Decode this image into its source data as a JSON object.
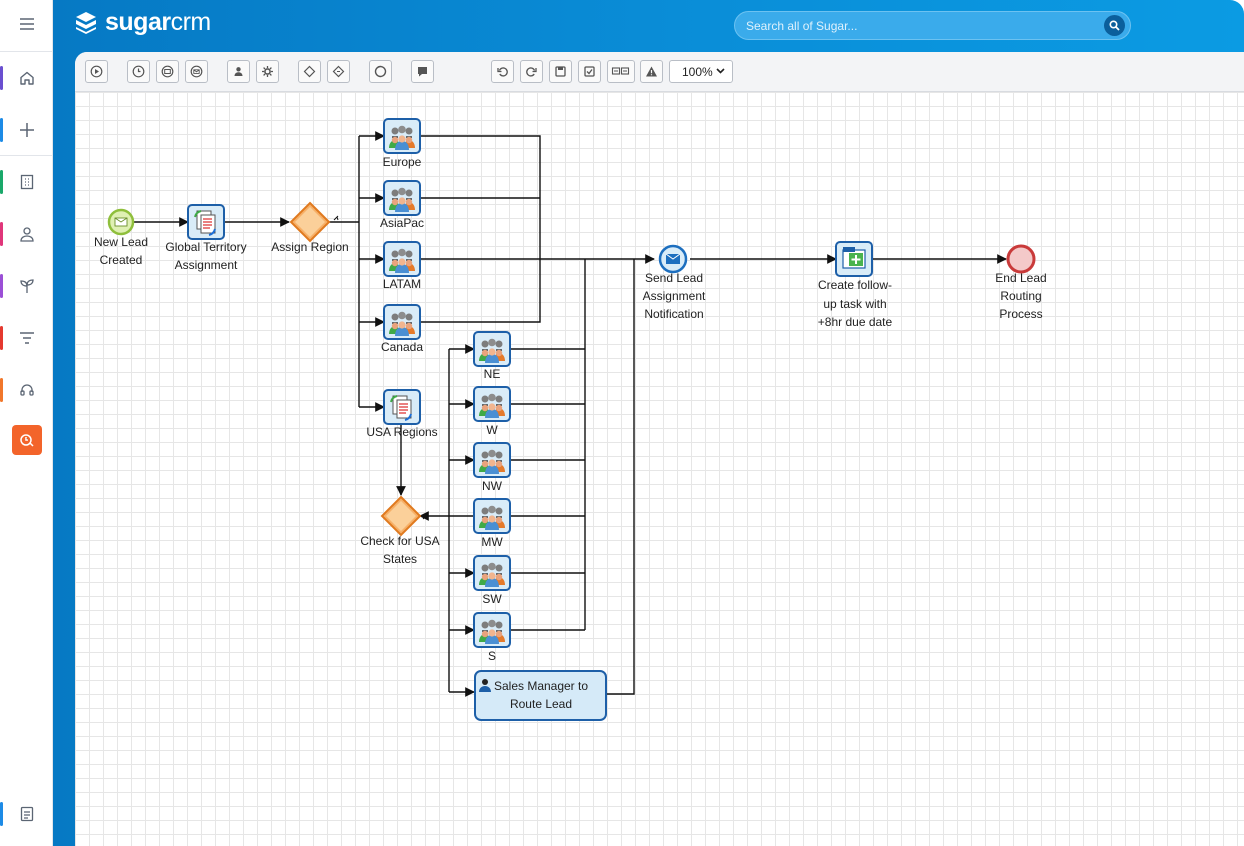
{
  "app": {
    "brand_strong": "sugar",
    "brand_light": "crm"
  },
  "search": {
    "placeholder": "Search all of Sugar..."
  },
  "toolbar": {
    "zoom": "100%"
  },
  "sidebar": {
    "items": [
      {
        "icon": "menu-icon",
        "color": ""
      },
      {
        "icon": "home-icon",
        "color": "#6a4fd0"
      },
      {
        "icon": "plus-icon",
        "color": "#1d8be6"
      },
      {
        "icon": "building-icon",
        "color": "#1aa86a"
      },
      {
        "icon": "person-icon",
        "color": "#e0367a"
      },
      {
        "icon": "plant-icon",
        "color": "#9b4fd6"
      },
      {
        "icon": "filter-icon",
        "color": "#e5392f"
      },
      {
        "icon": "headset-icon",
        "color": "#f1772b"
      },
      {
        "icon": "process-icon",
        "color": "#f3642a"
      },
      {
        "icon": "document-icon",
        "color": "#1d8be6"
      }
    ]
  },
  "diagram": {
    "start": {
      "label": [
        "New Lead",
        "Created"
      ]
    },
    "global_task": {
      "label": [
        "Global Territory",
        "Assignment"
      ]
    },
    "assign_gateway": {
      "label": [
        "Assign Region"
      ]
    },
    "regions": [
      "Europe",
      "AsiaPac",
      "LATAM",
      "Canada"
    ],
    "usa": {
      "label": [
        "USA Regions"
      ]
    },
    "check_gateway": {
      "label": [
        "Check for USA",
        "States"
      ]
    },
    "states": [
      "NE",
      "W",
      "NW",
      "MW",
      "SW",
      "S"
    ],
    "manager": {
      "label": [
        "Sales Manager to",
        "Route Lead"
      ]
    },
    "send": {
      "label": [
        "Send Lead",
        "Assignment",
        "Notification"
      ]
    },
    "followup": {
      "label": [
        "Create follow-",
        "up task with",
        "+8hr due date"
      ]
    },
    "end": {
      "label": [
        "End Lead",
        "Routing",
        "Process"
      ]
    }
  }
}
